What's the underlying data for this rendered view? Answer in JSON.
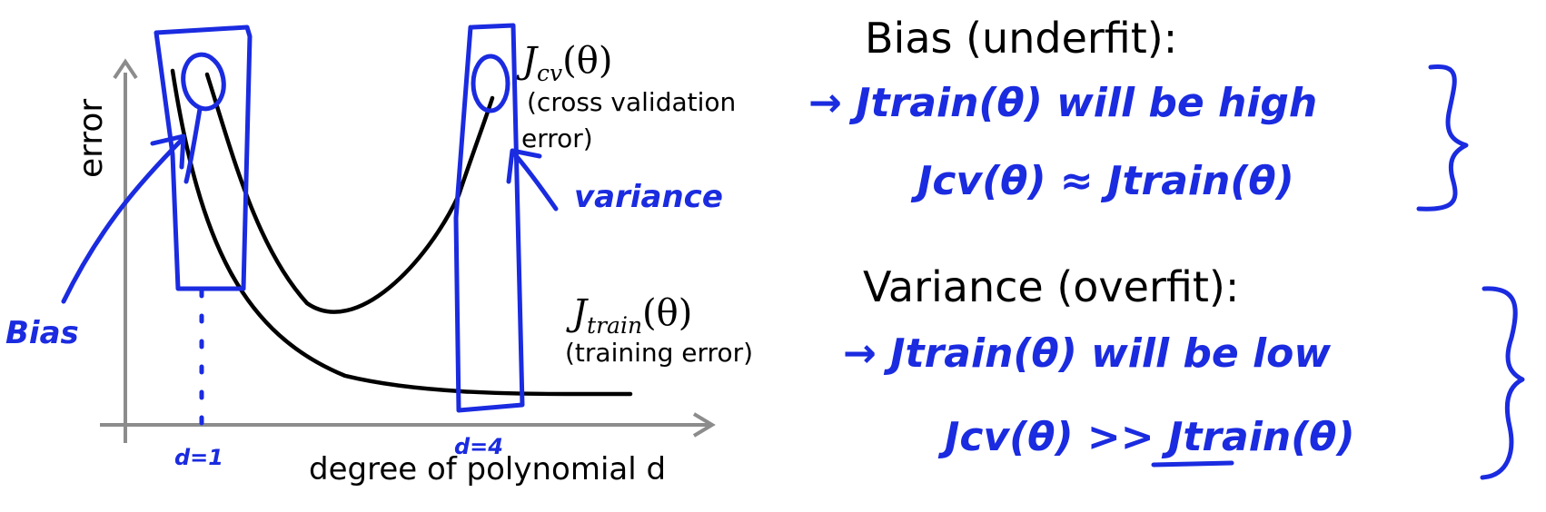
{
  "plot": {
    "ylabel": "error",
    "xlabel": "degree of polynomial d",
    "cv_curve": {
      "symbol": "J",
      "subscript": "cv",
      "arg": "(θ)",
      "description_line1": "(cross validation",
      "description_line2": "error)"
    },
    "train_curve": {
      "symbol": "J",
      "subscript": "train",
      "arg": "(θ)",
      "description": "(training error)"
    }
  },
  "annotations": {
    "bias_label": "Bias",
    "variance_label": "variance",
    "d1_label": "d=1",
    "d4_label": "d=4"
  },
  "bias_section": {
    "heading": "Bias (underfit):",
    "line1": "→ Jtrain(θ) will be high",
    "line2": "Jcv(θ) ≈ Jtrain(θ)"
  },
  "variance_section": {
    "heading": "Variance (overfit):",
    "line1": "→ Jtrain(θ) will be low",
    "line2": "Jcv(θ) >> Jtrain(θ)"
  },
  "colors": {
    "ink": "#1a2be0",
    "axis": "#8c8c8c",
    "text": "#000000"
  }
}
